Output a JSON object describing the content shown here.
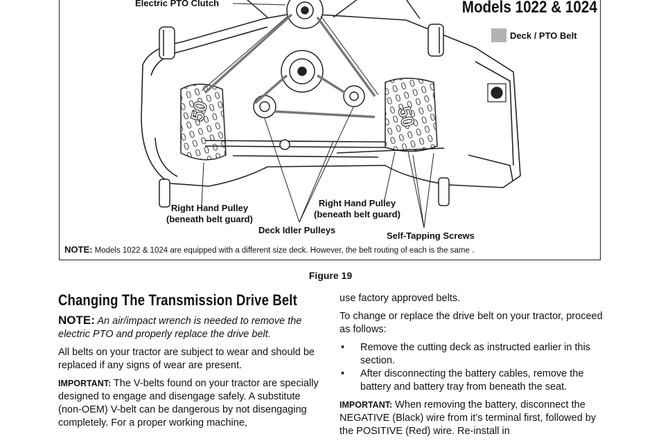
{
  "figure": {
    "model_title": "Models 1022 & 1024",
    "legend_label": "Deck / PTO Belt",
    "legend_color": "#b3b3b3",
    "callouts": {
      "electric_pto_clutch": "Electric PTO Clutch",
      "right_hand_pulley_left_1": "Right Hand Pulley",
      "right_hand_pulley_left_2": "(beneath belt guard)",
      "right_hand_pulley_right_1": "Right Hand Pulley",
      "right_hand_pulley_right_2": "(beneath belt guard)",
      "deck_idler_pulleys": "Deck Idler Pulleys",
      "self_tapping_screws": "Self-Tapping Screws"
    },
    "note_label": "NOTE:",
    "note_text": " Models 1022 & 1024 are equipped with a different size deck. However, the belt routing  of each is the same .",
    "guard_marking": "50",
    "caption": "Figure 19"
  },
  "left_column": {
    "heading": "Changing The Transmission Drive Belt",
    "note_label": "NOTE:",
    "note_text": " An air/impact wrench is needed to remove the electric PTO and properly replace the drive belt.",
    "para1": "All belts on your tractor are subject to wear and should be replaced if any signs of wear are present.",
    "important_label": "IMPORTANT:",
    "important_text": " The V-belts found on your tractor are specially designed to engage and disengage safely. A substitute (non-OEM) V-belt can be dangerous by not disengaging completely. For a proper working machine,"
  },
  "right_column": {
    "para_cont": "use factory approved belts.",
    "para2": "To change or replace the drive belt on your tractor, proceed as follows:",
    "bullets": [
      "Remove the cutting deck as instructed earlier in this section.",
      "After disconnecting the battery cables, remove the battery and battery tray from beneath the seat."
    ],
    "important_label": "IMPORTANT:",
    "important_text": " When removing the battery, disconnect the NEGATIVE (Black) wire from it’s terminal first, followed by the POSITIVE (Red) wire. Re-install in"
  }
}
